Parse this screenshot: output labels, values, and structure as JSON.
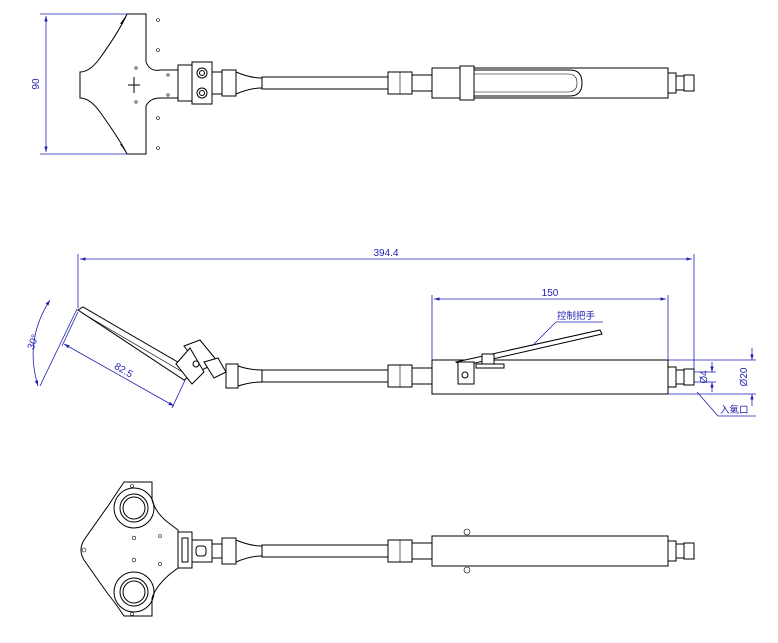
{
  "dimensions": {
    "top_height": "90",
    "overall_length": "394.4",
    "handle_length": "150",
    "angle": "30°",
    "pad_length": "82.5",
    "inlet_diameter": "Ø4",
    "body_diameter": "Ø20"
  },
  "labels": {
    "control_handle": "控制把手",
    "air_inlet": "入氣口"
  },
  "colors": {
    "dimension": "#1f1fb4",
    "outline": "#000000"
  }
}
